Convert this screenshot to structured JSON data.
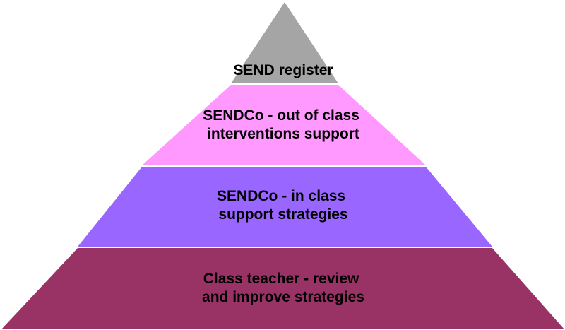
{
  "pyramid": {
    "tiers": [
      {
        "lines": [
          "SEND register"
        ],
        "color": "#a6a5a5"
      },
      {
        "lines": [
          "SENDCo - out of class",
          "interventions support"
        ],
        "color": "#ff99ff"
      },
      {
        "lines": [
          "SENDCo -  in class",
          "support strategies"
        ],
        "color": "#9966ff"
      },
      {
        "lines": [
          "Class teacher - review",
          "and improve strategies"
        ],
        "color": "#993366"
      }
    ],
    "separator_color": "#ffffff"
  }
}
